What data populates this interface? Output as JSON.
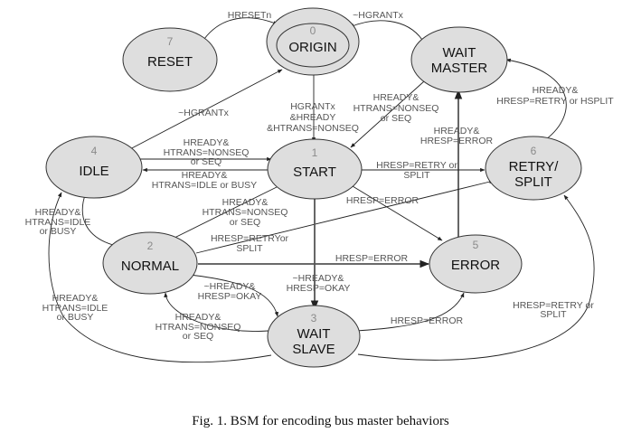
{
  "figure": {
    "caption": "Fig. 1. BSM for encoding bus master behaviors"
  },
  "states": {
    "origin": {
      "number": "0",
      "name": "ORIGIN",
      "initial": true
    },
    "start": {
      "number": "1",
      "name": "START"
    },
    "normal": {
      "number": "2",
      "name": "NORMAL"
    },
    "wait_slave": {
      "number": "3",
      "name_line1": "WAIT",
      "name_line2": "SLAVE"
    },
    "idle": {
      "number": "4",
      "name": "IDLE"
    },
    "error": {
      "number": "5",
      "name": "ERROR"
    },
    "retry_split": {
      "number": "6",
      "name_line1": "RETRY/",
      "name_line2": "SPLIT"
    },
    "reset": {
      "number": "7",
      "name": "RESET"
    },
    "wait_master": {
      "name_line1": "WAIT",
      "name_line2": "MASTER"
    }
  },
  "transitions": {
    "reset_to_origin": {
      "from": "RESET",
      "to": "ORIGIN",
      "label": [
        "HRESETn"
      ]
    },
    "waitmaster_to_origin": {
      "from": "WAIT MASTER",
      "to": "ORIGIN",
      "label": [
        "~HGRANTx"
      ]
    },
    "idle_to_origin": {
      "from": "IDLE",
      "to": "ORIGIN",
      "label": [
        "~HGRANTx"
      ]
    },
    "origin_to_start": {
      "from": "ORIGIN",
      "to": "START",
      "label": [
        "HGRANTx",
        "&HREADY",
        "&HTRANS=NONSEQ"
      ]
    },
    "waitmaster_to_start": {
      "from": "WAIT MASTER",
      "to": "START",
      "label": [
        "HREADY&",
        "HTRANS=NONSEQ",
        "or SEQ"
      ]
    },
    "retry_to_waitmaster": {
      "from": "RETRY/SPLIT",
      "to": "WAIT MASTER",
      "label": [
        "HREADY&",
        "HRESP=RETRY or HSPLIT"
      ]
    },
    "error_to_waitmaster": {
      "from": "ERROR",
      "to": "WAIT MASTER",
      "label": [
        "HREADY&",
        "HRESP=ERROR"
      ]
    },
    "idle_to_start": {
      "from": "IDLE",
      "to": "START",
      "label": [
        "HREADY&",
        "HTRANS=NONSEQ",
        "or SEQ"
      ]
    },
    "start_to_idle": {
      "from": "START",
      "to": "IDLE",
      "label": [
        "HREADY&",
        "HTRANS=IDLE or BUSY"
      ]
    },
    "start_to_retry": {
      "from": "START",
      "to": "RETRY/SPLIT",
      "label": [
        "HRESP=RETRY or",
        "SPLIT"
      ]
    },
    "start_to_error": {
      "from": "START",
      "to": "ERROR",
      "label": [
        "HRESP=ERROR"
      ]
    },
    "start_to_normal": {
      "from": "START",
      "to": "NORMAL",
      "label": [
        "HREADY&",
        "HTRANS=NONSEQ",
        "or SEQ"
      ]
    },
    "normal_to_retry": {
      "from": "NORMAL",
      "to": "RETRY/SPLIT",
      "label": [
        "HRESP=RETRYor",
        "SPLIT"
      ]
    },
    "normal_to_idle": {
      "from": "NORMAL",
      "to": "IDLE",
      "label": [
        "HREADY&",
        "HTRANS=IDLE",
        "or BUSY"
      ]
    },
    "normal_to_error": {
      "from": "NORMAL",
      "to": "ERROR",
      "label": [
        "HRESP=ERROR"
      ]
    },
    "start_to_waitslave": {
      "from": "START",
      "to": "WAIT SLAVE",
      "label": [
        "~HREADY&",
        "HRESP=OKAY"
      ]
    },
    "normal_to_waitslave": {
      "from": "NORMAL",
      "to": "WAIT SLAVE",
      "label": [
        "~HREADY&",
        "HRESP=OKAY"
      ]
    },
    "waitslave_to_normal": {
      "from": "WAIT SLAVE",
      "to": "NORMAL",
      "label": [
        "HREADY&",
        "HTRANS=NONSEQ",
        "or SEQ"
      ]
    },
    "waitslave_to_idle": {
      "from": "WAIT SLAVE",
      "to": "IDLE",
      "label": [
        "HREADY&",
        "HTRANS=IDLE",
        "or BUSY"
      ]
    },
    "waitslave_to_error": {
      "from": "WAIT SLAVE",
      "to": "ERROR",
      "label": [
        "HRESP=ERROR"
      ]
    },
    "waitslave_to_retry": {
      "from": "WAIT SLAVE",
      "to": "RETRY/SPLIT",
      "label": [
        "HRESP=RETRY or",
        "SPLIT"
      ]
    }
  }
}
